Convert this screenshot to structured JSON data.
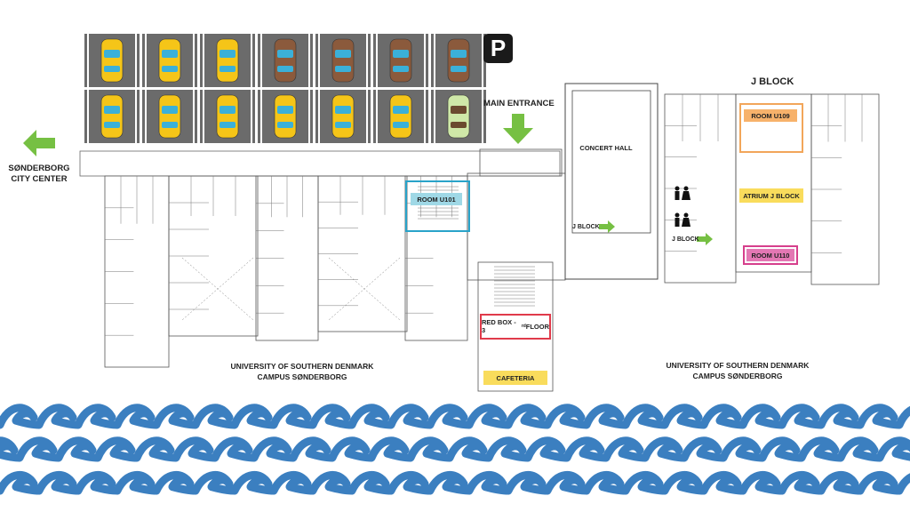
{
  "labels": {
    "parking_symbol": "P",
    "city_center": [
      "SØNDERBORG",
      "CITY CENTER"
    ],
    "main_entrance": "MAIN ENTRANCE",
    "concert_hall": "CONCERT HALL",
    "j_block_title": "J BLOCK",
    "j_block_arrow_1": "J BLOCK",
    "j_block_arrow_2": "J BLOCK",
    "room_u101": "ROOM U101",
    "room_u109": "ROOM U109",
    "room_u110": "ROOM U110",
    "atrium_j_block": "ATRIUM J BLOCK",
    "red_box": "RED BOX - 3",
    "red_box_sup": "rd",
    "red_box_suffix": " FLOOR",
    "cafeteria": "CAFETERIA",
    "campus_left": [
      "UNIVERSITY OF SOUTHERN DENMARK",
      "CAMPUS SØNDERBORG"
    ],
    "campus_right": [
      "UNIVERSITY OF SOUTHERN DENMARK",
      "CAMPUS SØNDERBORG"
    ]
  },
  "parking": {
    "rows": [
      [
        "yellow",
        "yellow",
        "yellow",
        "brown",
        "brown",
        "brown",
        "brown"
      ],
      [
        "yellow",
        "yellow",
        "yellow",
        "yellow",
        "yellow",
        "yellow",
        "green"
      ]
    ]
  },
  "colors": {
    "room_u101_border": "#29a3c9",
    "room_u101_fill": "#9fd8e6",
    "room_u109_border": "#f2a65a",
    "room_u109_fill": "#f7b26b",
    "room_u110_border": "#d63f8c",
    "room_u110_fill": "#e377b3",
    "atrium_fill": "#f9dc5c",
    "cafeteria_fill": "#f9dc5c",
    "red_box_border": "#e03a4a",
    "arrow_green": "#76c043",
    "wave_blue": "#3b7fc0",
    "parking_asphalt": "#6b6b6b"
  },
  "icons": [
    "parking-icon",
    "arrow-left-icon",
    "arrow-down-icon",
    "arrow-right-icon",
    "toilet-icon",
    "car-icon",
    "wave-pattern"
  ]
}
